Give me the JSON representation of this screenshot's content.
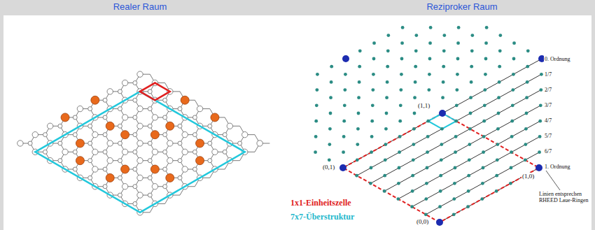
{
  "diagram": {
    "labels": [
      "Realer Raum",
      "Reziproker Raum",
      "(1,1)",
      "(0,1)",
      "(1,0)",
      "(0,0)",
      "0. Ordnung",
      "1/7",
      "2/7",
      "3/7",
      "4/7",
      "5/7",
      "6/7",
      "1. Ordnung",
      "1x1-Einheitszelle",
      "7x7-Überstruktur",
      "Linien entsprechen RHEED Laue-Ringen"
    ]
  }
}
